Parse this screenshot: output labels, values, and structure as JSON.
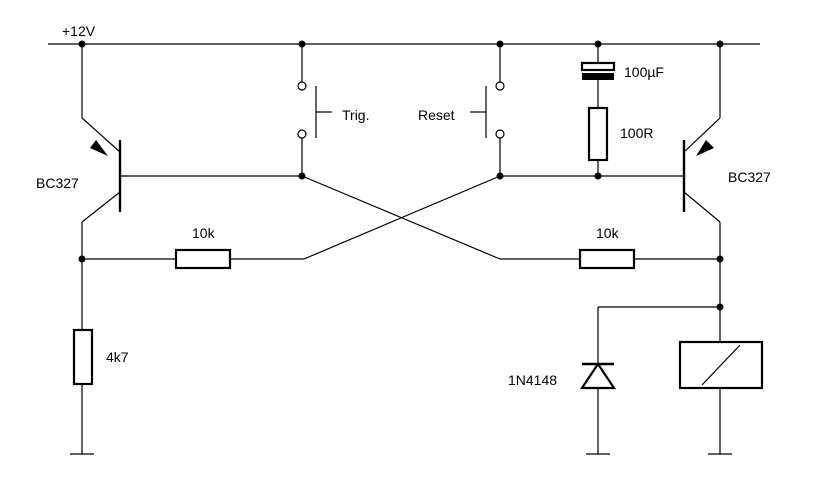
{
  "diagram": {
    "type": "circuit-schematic",
    "supply_label": "+12V",
    "transistor_left": "BC327",
    "transistor_right": "BC327",
    "switch_trigger": "Trig.",
    "switch_reset": "Reset",
    "capacitor": "100µF",
    "resistor_series": "100R",
    "resistor_base_left": "10k",
    "resistor_base_right": "10k",
    "resistor_emitter": "4k7",
    "diode": "1N4148"
  }
}
